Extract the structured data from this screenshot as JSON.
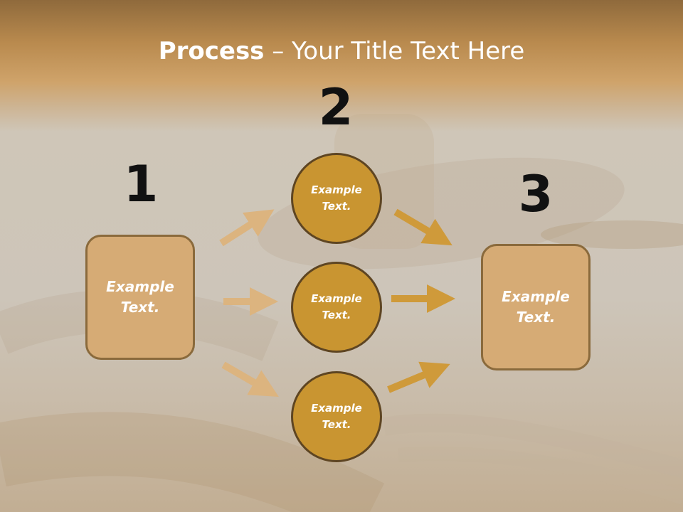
{
  "title": {
    "bold": "Process",
    "rest": " – Your Title Text Here"
  },
  "steps": {
    "one": {
      "number": "1",
      "text": "Example Text."
    },
    "two": {
      "number": "2",
      "texts": [
        "Example Text.",
        "Example Text.",
        "Example Text."
      ]
    },
    "three": {
      "number": "3",
      "text": "Example Text."
    }
  },
  "colors": {
    "box_fill": "#d6ab75",
    "circle_fill": "#c99531",
    "arrow_left": "#dcb47f",
    "arrow_right": "#cf9a3a",
    "title_band": "#c79a5a"
  }
}
